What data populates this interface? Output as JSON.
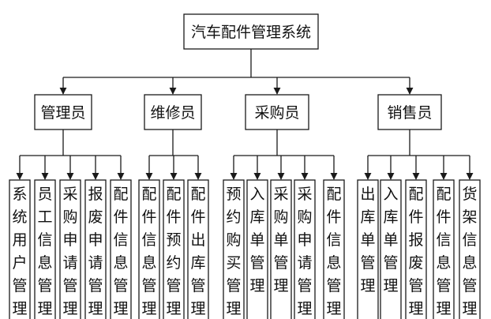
{
  "root": {
    "label": "汽车配件管理系统"
  },
  "roles": [
    {
      "label": "管理员",
      "modules": [
        "系统用户管理",
        "员工信息管理",
        "采购申请管理",
        "报废申请管理",
        "配件信息管理"
      ]
    },
    {
      "label": "维修员",
      "modules": [
        "配件信息管理",
        "配件预约管理",
        "配件出库管理"
      ]
    },
    {
      "label": "采购员",
      "modules": [
        "预约购买管理",
        "入库单管理",
        "采购单管理",
        "采购申请管理",
        "配件信息管理"
      ]
    },
    {
      "label": "销售员",
      "modules": [
        "出库单管理",
        "入库单管理",
        "配件报废管理",
        "配件信息管理",
        "货架信息管理"
      ]
    }
  ],
  "colors": {
    "line": "#1a1a1a",
    "text": "#111111",
    "box_fill": "#ffffff"
  }
}
